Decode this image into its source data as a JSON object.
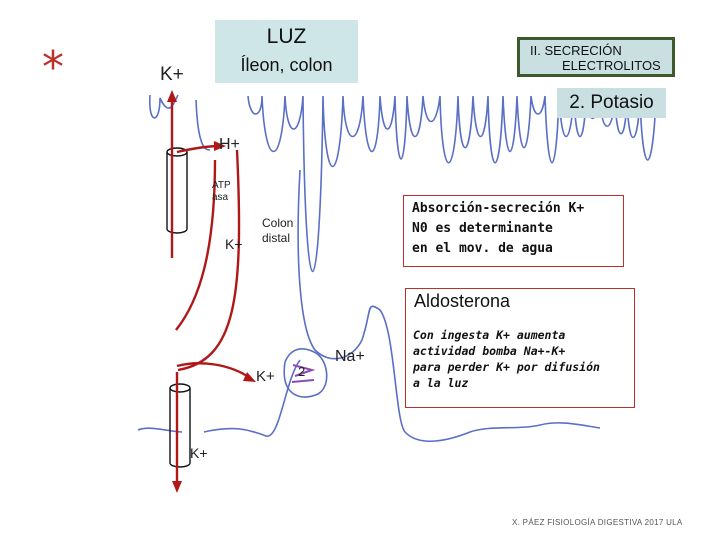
{
  "star": "*",
  "luz": {
    "title": "LUZ",
    "subtitle": "Íleon, colon"
  },
  "section": {
    "line1": "II. SECRECIÓN",
    "line2": "ELECTROLITOS"
  },
  "topic": "2. Potasio",
  "labels": {
    "k_top": "K+",
    "h": "H+",
    "atp": [
      "ATP",
      "asa"
    ],
    "k_atp": "K+",
    "colon": [
      "Colon",
      "distal"
    ],
    "k_lower": "K+",
    "na": "Na+",
    "k_bottom": "K+",
    "pump_number": "2"
  },
  "absorption_box": {
    "lines": [
      "Absorción-secreción K+",
      "N0 es determinante",
      "en el mov. de agua"
    ]
  },
  "aldosterone_box": {
    "title": "Aldosterona",
    "lines": [
      "Con ingesta K+ aumenta",
      "actividad bomba Na+-K+",
      "para perder K+ por difusión",
      "a la luz"
    ]
  },
  "footer": "X. PÁEZ   FISIOLOGÍA DIGESTIVA 2017 ULA",
  "colors": {
    "arrow": "#b01818",
    "tissue": "#5a6fc6",
    "pump": "#8a4bb5",
    "box_border": "#c0302a"
  }
}
